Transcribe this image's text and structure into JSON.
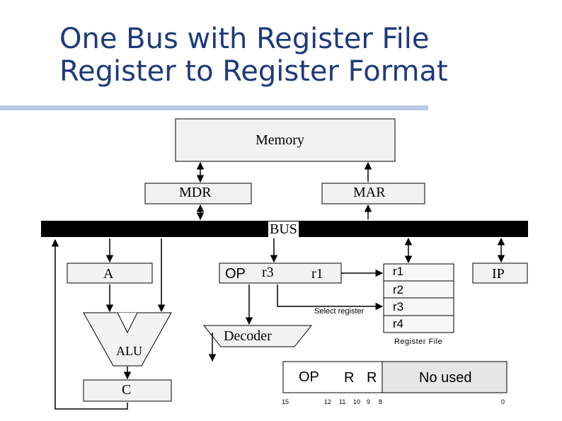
{
  "title": {
    "line1": "One Bus with Register File",
    "line2": "Register to Register Format"
  },
  "diagram": {
    "memory": "Memory",
    "mdr": "MDR",
    "mar": "MAR",
    "bus": "BUS",
    "a_reg": "A",
    "ir_op": "OP",
    "ir_r3": "r3",
    "ir_r1": "r1",
    "ip": "IP",
    "alu": "ALU",
    "c_reg": "C",
    "decoder": "Decoder",
    "select_register": "Select register",
    "register_file_label": "Register File",
    "registers": [
      "r1",
      "r2",
      "r3",
      "r4"
    ]
  },
  "instruction_format": {
    "op": "OP",
    "r_first": "R",
    "r_second": "R",
    "unused": "No used",
    "bits": [
      "15",
      "12",
      "11",
      "10",
      "9",
      "8",
      "0"
    ]
  },
  "colors": {
    "title": "#1f3a7a",
    "box_fill": "#f2f2f2",
    "bus": "#000000",
    "rule": "#b9c6e6",
    "unused_fill": "#e6e6e6"
  }
}
